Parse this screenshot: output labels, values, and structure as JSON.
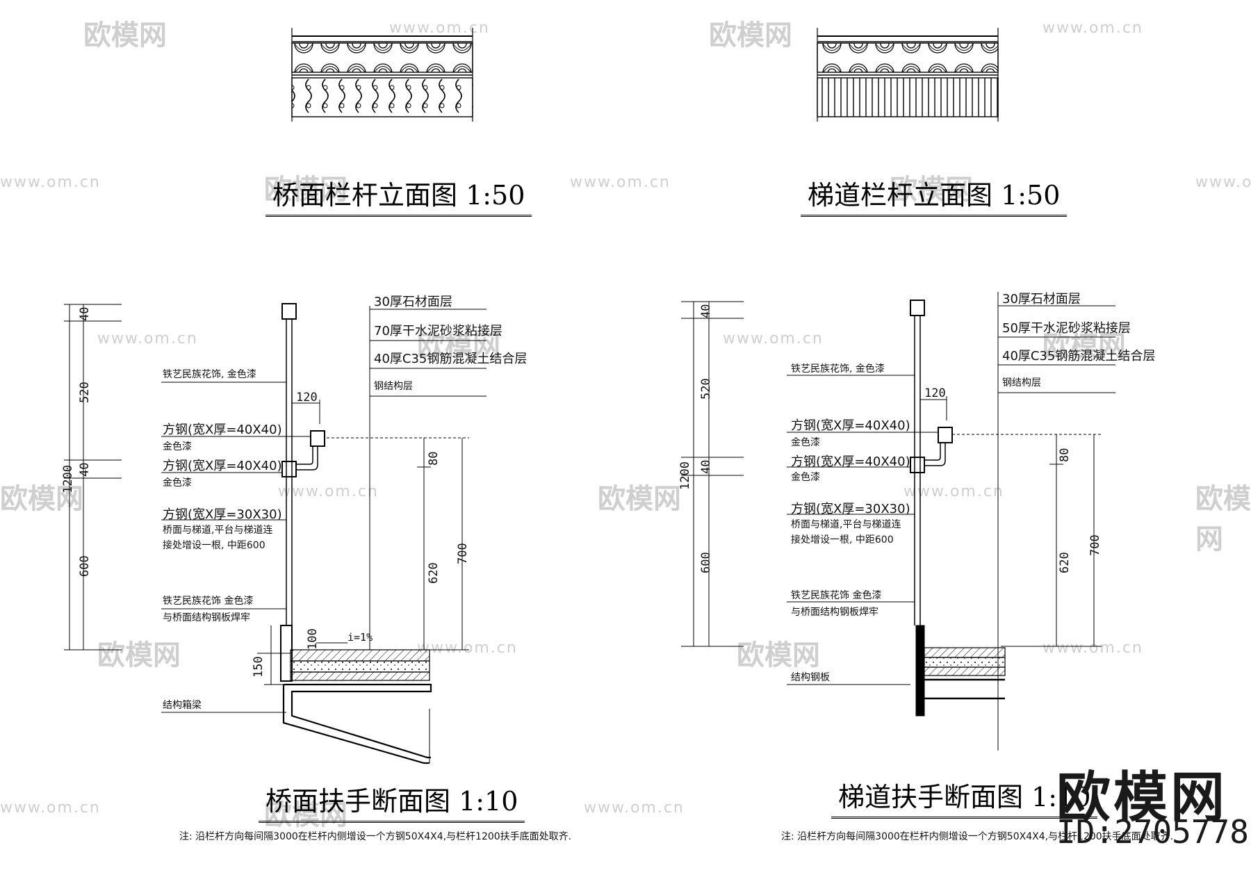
{
  "watermark": {
    "logo_text": "欧模网",
    "url_text": "www.om.cn"
  },
  "titles": {
    "bridge_elevation": "桥面栏杆立面图   1:50",
    "stair_elevation": "梯道栏杆立面图   1:50",
    "bridge_section": "桥面扶手断面图   1:10",
    "stair_section": "梯道扶手断面图   1:10"
  },
  "bridge_section": {
    "layers": [
      "30厚石材面层",
      "70厚干水泥砂浆粘接层",
      "40厚C35钢筋混凝土结合层",
      "钢结构层"
    ],
    "labels": {
      "iron_decor": "铁艺民族花饰, 金色漆",
      "square_steel_1": "方钢(宽X厚=40X40)",
      "gold_1": "金色漆",
      "square_steel_2": "方钢(宽X厚=40X40)",
      "gold_2": "金色漆",
      "square_steel_3": "方钢(宽X厚=30X30)",
      "post_note_1": "桥面与梯道,平台与梯道连",
      "post_note_2": "接处增设一根, 中距600",
      "weld_1": "铁艺民族花饰  金色漆",
      "weld_2": "与桥面结构钢板焊牢",
      "beam": "结构箱梁"
    },
    "dims": {
      "d40a": "40",
      "d520": "520",
      "d1200": "1200",
      "d40b": "40",
      "d600": "600",
      "d120": "120",
      "d80": "80",
      "d620": "620",
      "d700": "700",
      "d100": "100",
      "d150": "150",
      "slope": "i=1%"
    }
  },
  "stair_section": {
    "layers": [
      "30厚石材面层",
      "50厚干水泥砂浆粘接层",
      "40厚C35钢筋混凝土结合层",
      "钢结构层"
    ],
    "labels": {
      "iron_decor": "铁艺民族花饰, 金色漆",
      "square_steel_1": "方钢(宽X厚=40X40)",
      "gold_1": "金色漆",
      "square_steel_2": "方钢(宽X厚=40X40)",
      "gold_2": "金色漆",
      "square_steel_3": "方钢(宽X厚=30X30)",
      "post_note_1": "桥面与梯道,平台与梯道连",
      "post_note_2": "接处增设一根, 中距600",
      "weld_1": "铁艺民族花饰  金色漆",
      "weld_2": "与桥面结构钢板焊牢",
      "plate": "结构钢板"
    },
    "dims": {
      "d40a": "40",
      "d520": "520",
      "d1200": "1200",
      "d40b": "40",
      "d600": "600",
      "d120": "120",
      "d80": "80",
      "d620": "620",
      "d700": "700"
    }
  },
  "notes": {
    "left": "注:    沿栏杆方向每间隔3000在栏杆内侧增设一个方钢50X4X4,与栏杆1200扶手底面处取齐.",
    "right": "注:    沿栏杆方向每间隔3000在栏杆内侧增设一个方钢50X4X4,与栏杆1200扶手底面处取齐."
  },
  "brand": {
    "name": "欧模网",
    "id": "ID:2705778"
  }
}
